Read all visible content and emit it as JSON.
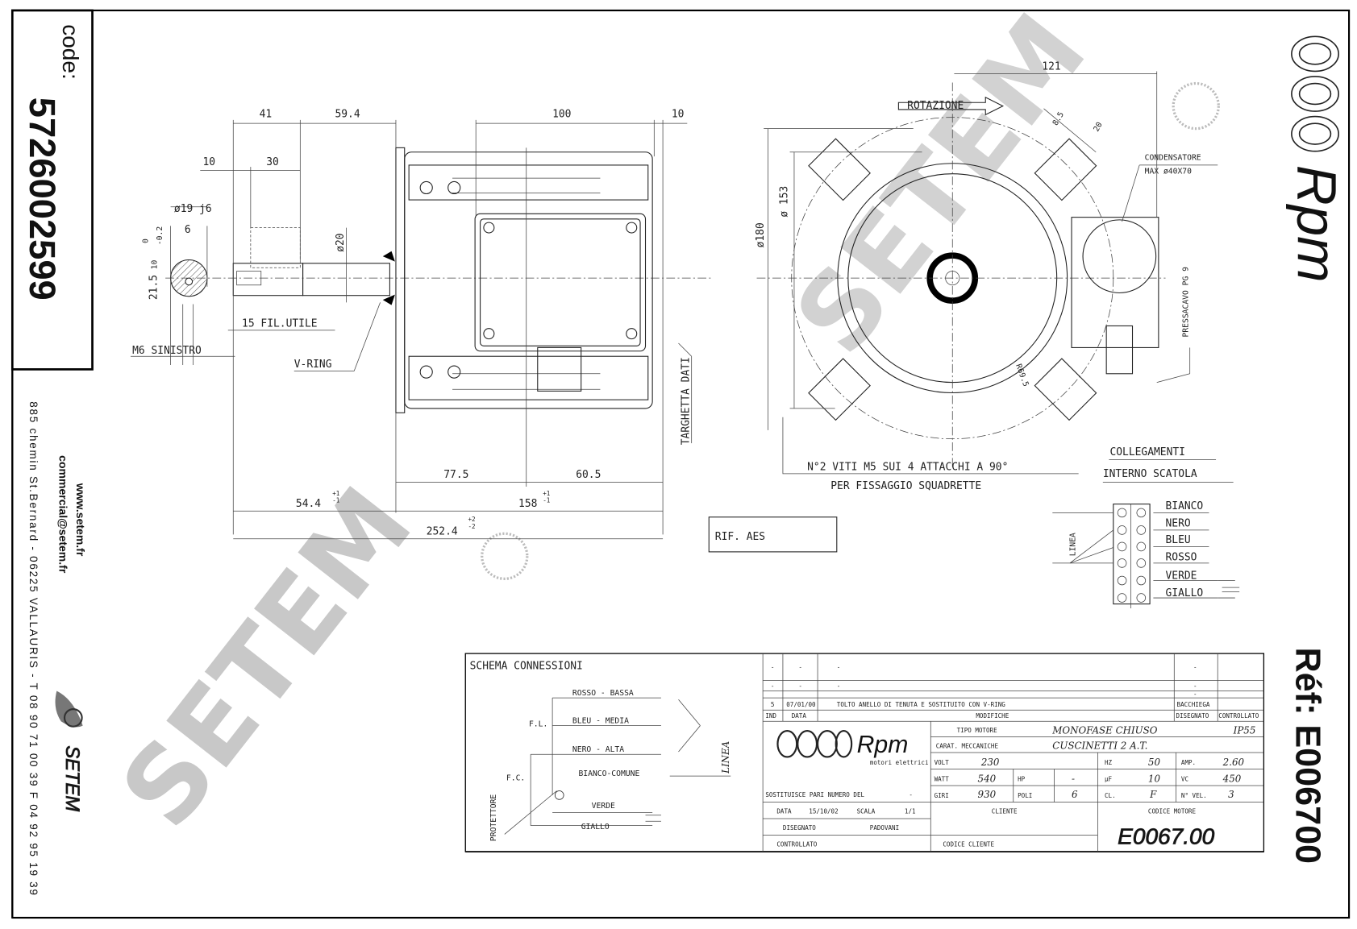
{
  "code_box": {
    "label": "code:",
    "value": "5726002599"
  },
  "contact": {
    "website": "www.setem.fr",
    "email": "commercial@setem.fr",
    "address": "885 chemin St.Bernard - 06225 VALLAURIS - T 08 90 71 00 39  F 04 92 95 19 39",
    "brand": "SETEM"
  },
  "watermark": "SETEM",
  "brand_logo": {
    "name": "Rpm",
    "subtitle": "motori elettrici"
  },
  "reference": "Réf: E006700",
  "side_view": {
    "dim_41": "41",
    "dim_59_4": "59.4",
    "dim_100": "100",
    "dim_10_top": "10",
    "dim_10": "10",
    "dim_30": "30",
    "dia_19": "ø19 j6",
    "dim_6": "6",
    "tol_0": "0",
    "tol_m02": "-0.2",
    "dim_21_5": "21.5",
    "dim_10_key": "10",
    "dia_20": "ø20",
    "thread": "15 FIL.UTILE",
    "m6": "M6 SINISTRO",
    "vring": "V-RING",
    "plate": "TARGHETTA DATI",
    "dim_77_5": "77.5",
    "dim_60_5": "60.5",
    "dim_54_4": "54.4",
    "tol_54_p": "+1",
    "tol_54_m": "-1",
    "dim_158": "158",
    "tol_158_p": "+1",
    "tol_158_m": "-1",
    "dim_252_4": "252.4",
    "tol_252_p": "+2",
    "tol_252_m": "-2",
    "rif": "RIF. AES"
  },
  "front_view": {
    "dim_121": "121",
    "rotation": "ROTAZIONE",
    "dia_153": "ø 153",
    "dia_180": "ø180",
    "dim_8_5": "8.5",
    "dim_20": "20",
    "capacitor": "CONDENSATORE",
    "capacitor_max": "MAX ø40X70",
    "gland": "PRESSACAVO PG 9",
    "radius": "R69.5",
    "note_1": "N°2 VITI M5 SUI 4 ATTACCHI A 90°",
    "note_2": "PER FISSAGGIO SQUADRETTE"
  },
  "connections": {
    "title_1": "COLLEGAMENTI",
    "title_2": "INTERNO SCATOLA",
    "line": "LINEA",
    "wires": [
      "BIANCO",
      "NERO",
      "BLEU",
      "ROSSO",
      "VERDE",
      "GIALLO"
    ]
  },
  "schema": {
    "title": "SCHEMA CONNESSIONI",
    "rosso": "ROSSO - BASSA",
    "bleu": "BLEU - MEDIA",
    "nero": "NERO - ALTA",
    "bianco": "BIANCO-COMUNE",
    "verde": "VERDE",
    "giallo": "GIALLO",
    "fl": "F.L.",
    "fc": "F.C.",
    "protector": "PROTETTORE",
    "line": "LINEA"
  },
  "title_block": {
    "revisions": [
      {
        "ind": "-",
        "date": "-",
        "text": "-",
        "drawn": "-"
      },
      {
        "ind": "-",
        "date": "-",
        "text": "-",
        "drawn": "-"
      },
      {
        "ind": "",
        "date": "",
        "text": "",
        "drawn": "-"
      },
      {
        "ind": "5",
        "date": "07/01/00",
        "text": "TOLTO ANELLO DI TENUTA E SOSTITUITO CON V-RING",
        "drawn": "BACCHIEGA"
      }
    ],
    "header": {
      "ind": "IND",
      "date": "DATA",
      "changes": "MODIFICHE",
      "drawn": "DISEGNATO",
      "checked": "CONTROLLATO"
    },
    "motor_type_label": "TIPO MOTORE",
    "motor_type": "MONOFASE CHIUSO",
    "ip": "IP55",
    "mech_label": "CARAT. MECCANICHE",
    "mech": "CUSCINETTI 2 A.T.",
    "volt_label": "VOLT",
    "volt": "230",
    "hz_label": "HZ",
    "hz": "50",
    "amp_label": "AMP.",
    "amp": "2.60",
    "watt_label": "WATT",
    "watt": "540",
    "hp_label": "HP",
    "hp": "-",
    "uf_label": "µF",
    "uf": "10",
    "vc_label": "VC",
    "vc": "450",
    "giri_label": "GIRI",
    "giri": "930",
    "poli_label": "POLI",
    "poli": "6",
    "cl_label": "CL.",
    "cl": "F",
    "nvel_label": "N° VEL.",
    "nvel": "3",
    "replaces_label": "SOSTITUISCE PARI NUMERO DEL",
    "replaces": "-",
    "date_label": "DATA",
    "date": "15/10/02",
    "scale_label": "SCALA",
    "scale": "1/1",
    "drawn_label": "DISEGNATO",
    "drawn": "PADOVANI",
    "checked_label": "CONTROLLATO",
    "client_label": "CLIENTE",
    "client_code_label": "CODICE CLIENTE",
    "motor_code_label": "CODICE MOTORE",
    "motor_code": "E0067.00"
  }
}
